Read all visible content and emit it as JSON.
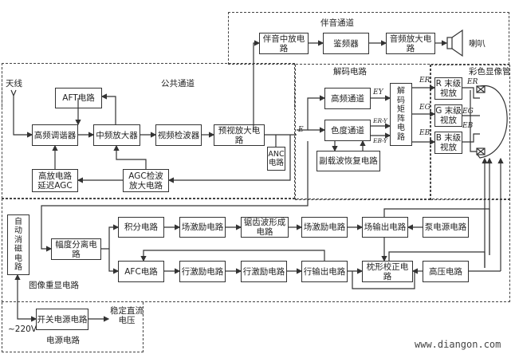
{
  "groups": {
    "sound": "伴音通道",
    "common": "公共通道",
    "decoder": "解码电路",
    "crt": "彩色显像管",
    "image_reproduction": "图像重显电路",
    "power": "电源电路"
  },
  "blocks": {
    "sound_if": "伴音中放电路",
    "discriminator": "鉴频器",
    "audio_amp": "音频放大电路",
    "aft": "AFT电路",
    "tuner": "高频调谐器",
    "if_amp": "中频放大器",
    "video_detector": "视频检波器",
    "pre_video_amp": "预视放大电路",
    "anc": "ANC\n电路",
    "rf_delay_agc": "高放电路\n延迟AGC",
    "agc_detector": "AGC检波\n放大电路",
    "luma_channel": "高频通道",
    "chroma_channel": "色度通道",
    "subcarrier_recovery": "副载波恢复电路",
    "matrix": "解\n码\n矩\n阵\n电\n路",
    "r_final": "R 末级\n视放",
    "g_final": "G 末级\n视放",
    "b_final": "B 末级\n视放",
    "degauss": "自\n动\n消\n磁\n电\n路",
    "sync_sep": "幅度分离电路",
    "integrator": "积分电路",
    "field_osc": "场激励电路",
    "sawtooth": "锯齿波形成\n电路",
    "field_drive": "场激励电路",
    "field_output": "场输出电路",
    "pump_power": "泵电源电路",
    "afc": "AFC电路",
    "line_osc": "行激励电路",
    "line_drive": "行激励电路",
    "line_output": "行输出电路",
    "pincushion": "枕形校正电路",
    "high_voltage": "高压电路",
    "smps": "开关电源电路"
  },
  "labels": {
    "antenna": "天线",
    "speaker": "喇叭",
    "mains": "~220V",
    "dc_out": "稳定直流\n电压",
    "watermark": "www.diangon.com"
  },
  "signals": {
    "E": "E",
    "EY": "EY",
    "ERY": "ER-Y",
    "EBY": "EB-Y",
    "ER": "ER",
    "EG": "EG",
    "EB": "EB",
    "ER2": "ER",
    "EG2": "EG",
    "EB2": "EB"
  }
}
